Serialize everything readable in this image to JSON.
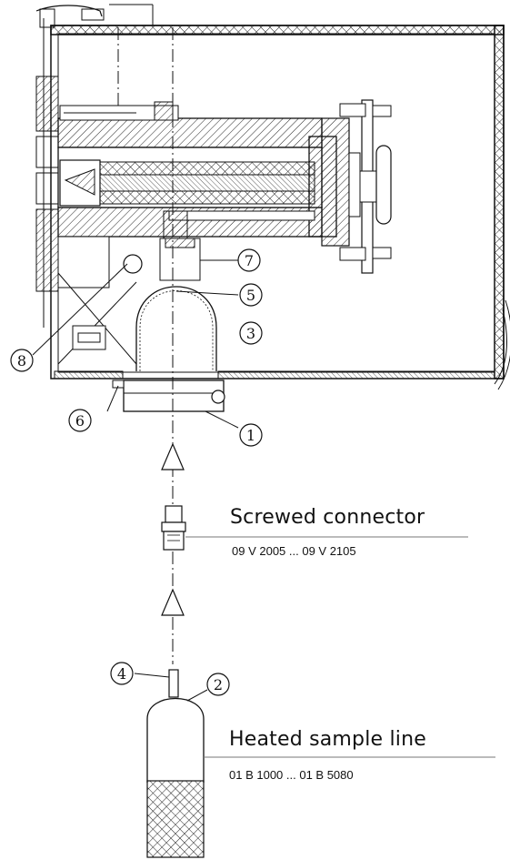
{
  "callouts": [
    {
      "id": "1",
      "glyph": "①"
    },
    {
      "id": "2",
      "glyph": "②"
    },
    {
      "id": "3",
      "glyph": "③"
    },
    {
      "id": "4",
      "glyph": "④"
    },
    {
      "id": "5",
      "glyph": "⑤"
    },
    {
      "id": "6",
      "glyph": "⑥"
    },
    {
      "id": "7",
      "glyph": "⑦"
    },
    {
      "id": "8",
      "glyph": "⑧"
    }
  ],
  "components": {
    "screwed_connector": {
      "title": "Screwed connector",
      "range": "09 V 2005 ... 09 V 2105"
    },
    "heated_sample_line": {
      "title": "Heated sample line",
      "range": "01 B 1000 ... 01 B 5080"
    }
  }
}
